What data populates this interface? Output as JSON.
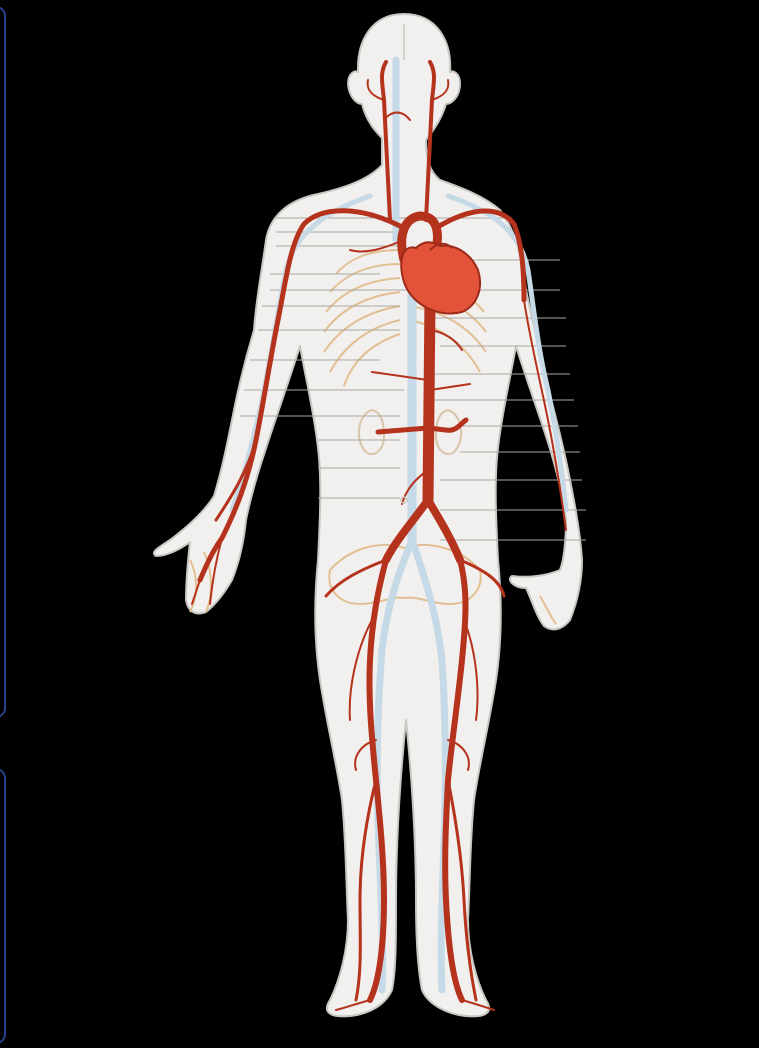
{
  "figure": {
    "colors": {
      "background": "#000000",
      "panel_border": "#27408b",
      "body_fill": "#f1f0ee",
      "body_outline": "#c9c7c2",
      "vein": "#c5d9e6",
      "artery": "#b5321c",
      "heart": "#e2533a",
      "bone": "#e2bf92",
      "label_line": "#a9a7a3"
    },
    "icons": [
      "human-body-silhouette",
      "heart-icon",
      "aorta",
      "artery-network",
      "vein-network",
      "rib-cage",
      "kidneys",
      "pelvis"
    ]
  }
}
